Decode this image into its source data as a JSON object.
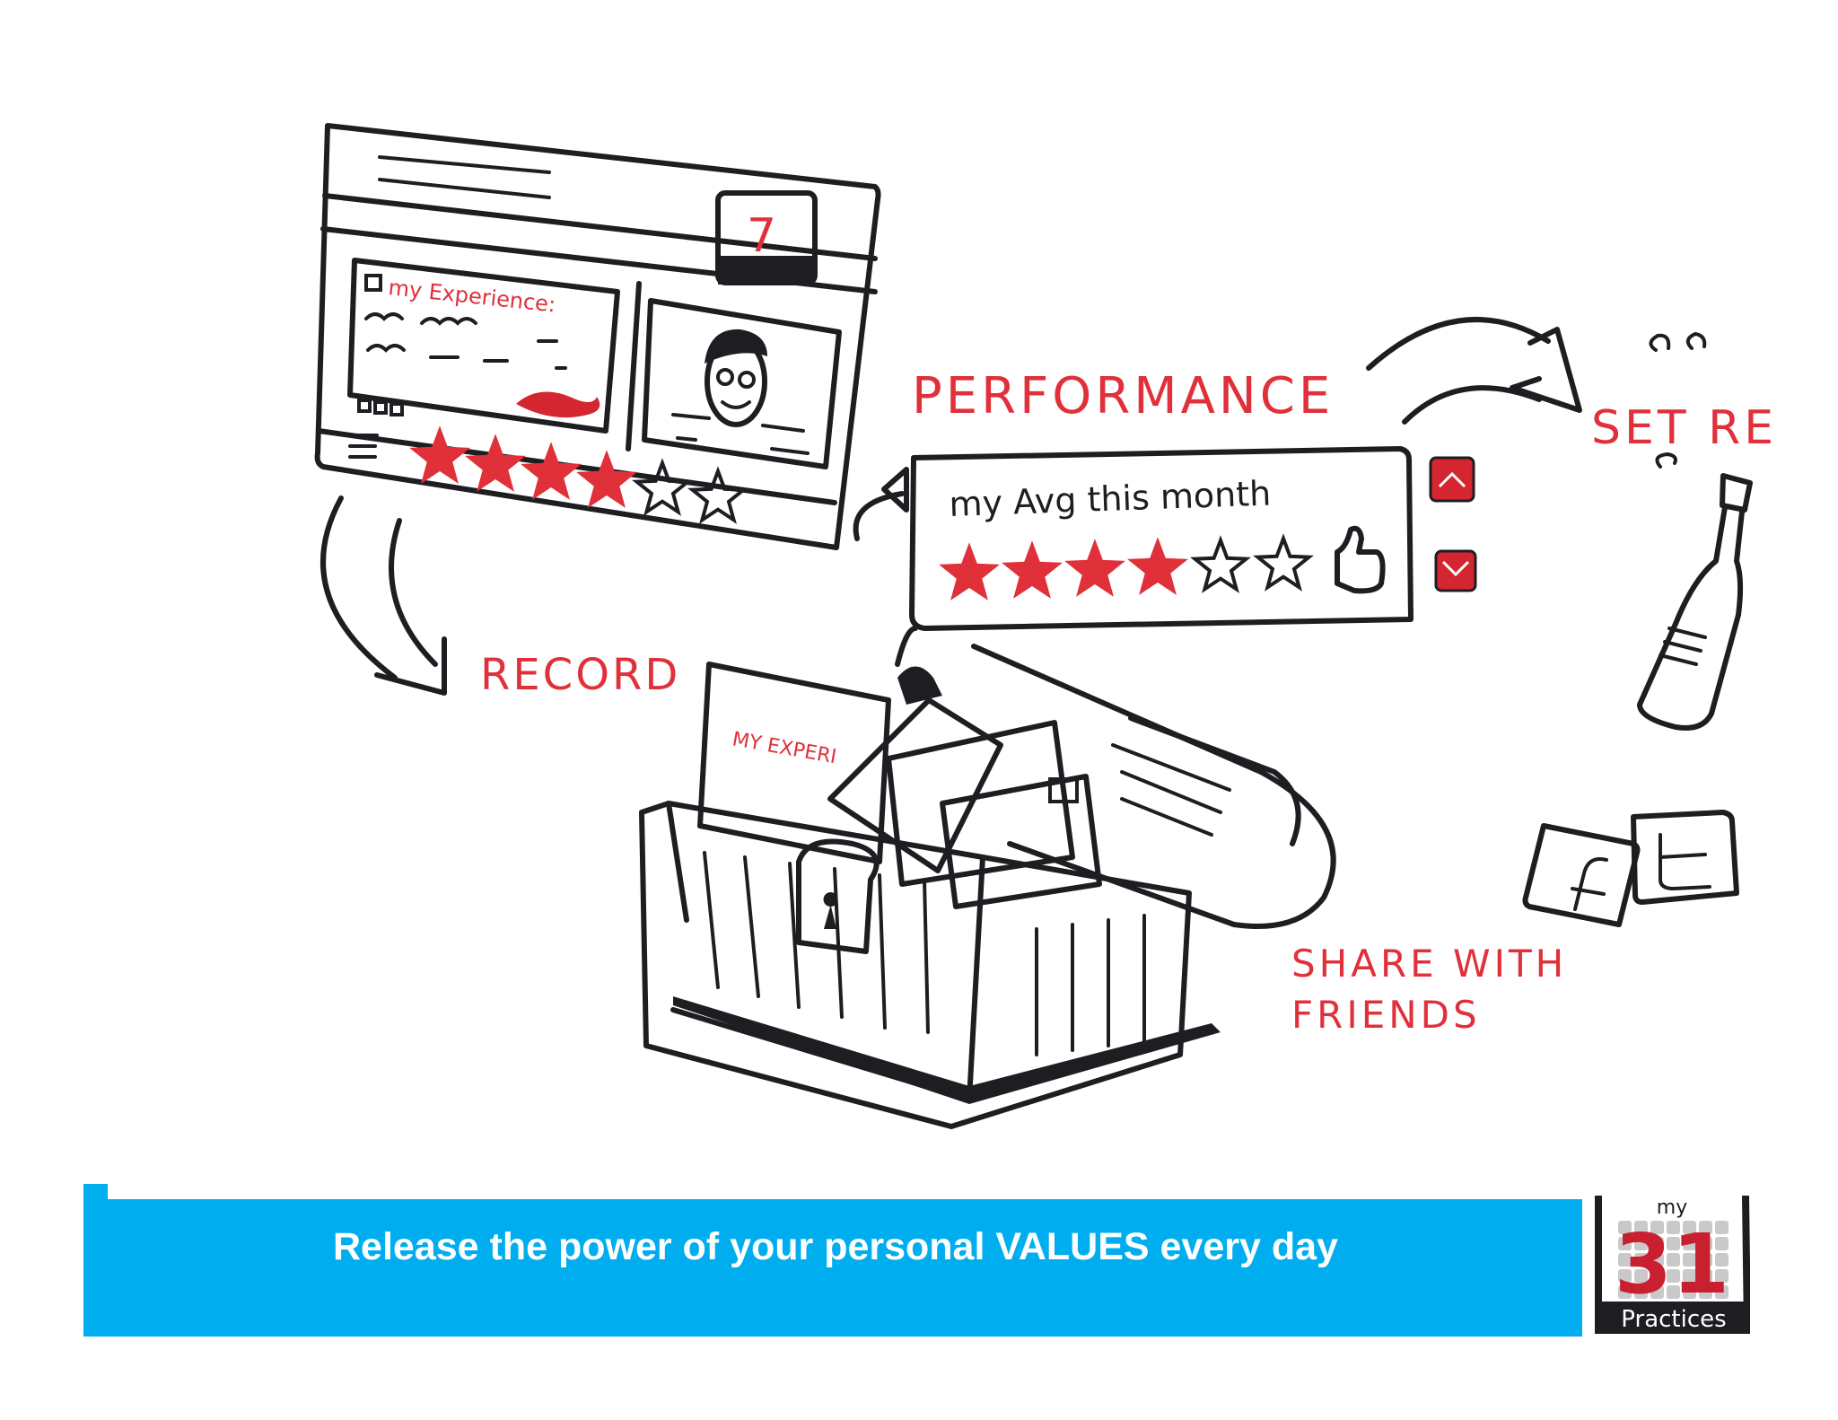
{
  "slide": {
    "tagline": "Release the power of your personal VALUES every day"
  },
  "logo": {
    "top_text": "my",
    "number": "31",
    "bottom_text": "Practices"
  },
  "illustration": {
    "labels": {
      "performance": "PERFORMANCE",
      "record": "RECORD",
      "share_line1": "SHARE WITH",
      "share_line2": "FRIENDS",
      "set_reward_partial": "SET RE"
    },
    "calendar_day": "7",
    "experience_title": "my Experience:",
    "avg_label": "my Avg this month",
    "chest_card_title": "MY EXPERI",
    "entry_rating": {
      "filled": 4,
      "total": 6
    },
    "avg_rating": {
      "filled": 4,
      "total": 6
    },
    "social_icons": [
      "facebook-icon",
      "twitter-icon"
    ]
  },
  "colors": {
    "banner": "#00aeef",
    "accent_red": "#e0303a",
    "ink": "#1e1e22"
  }
}
